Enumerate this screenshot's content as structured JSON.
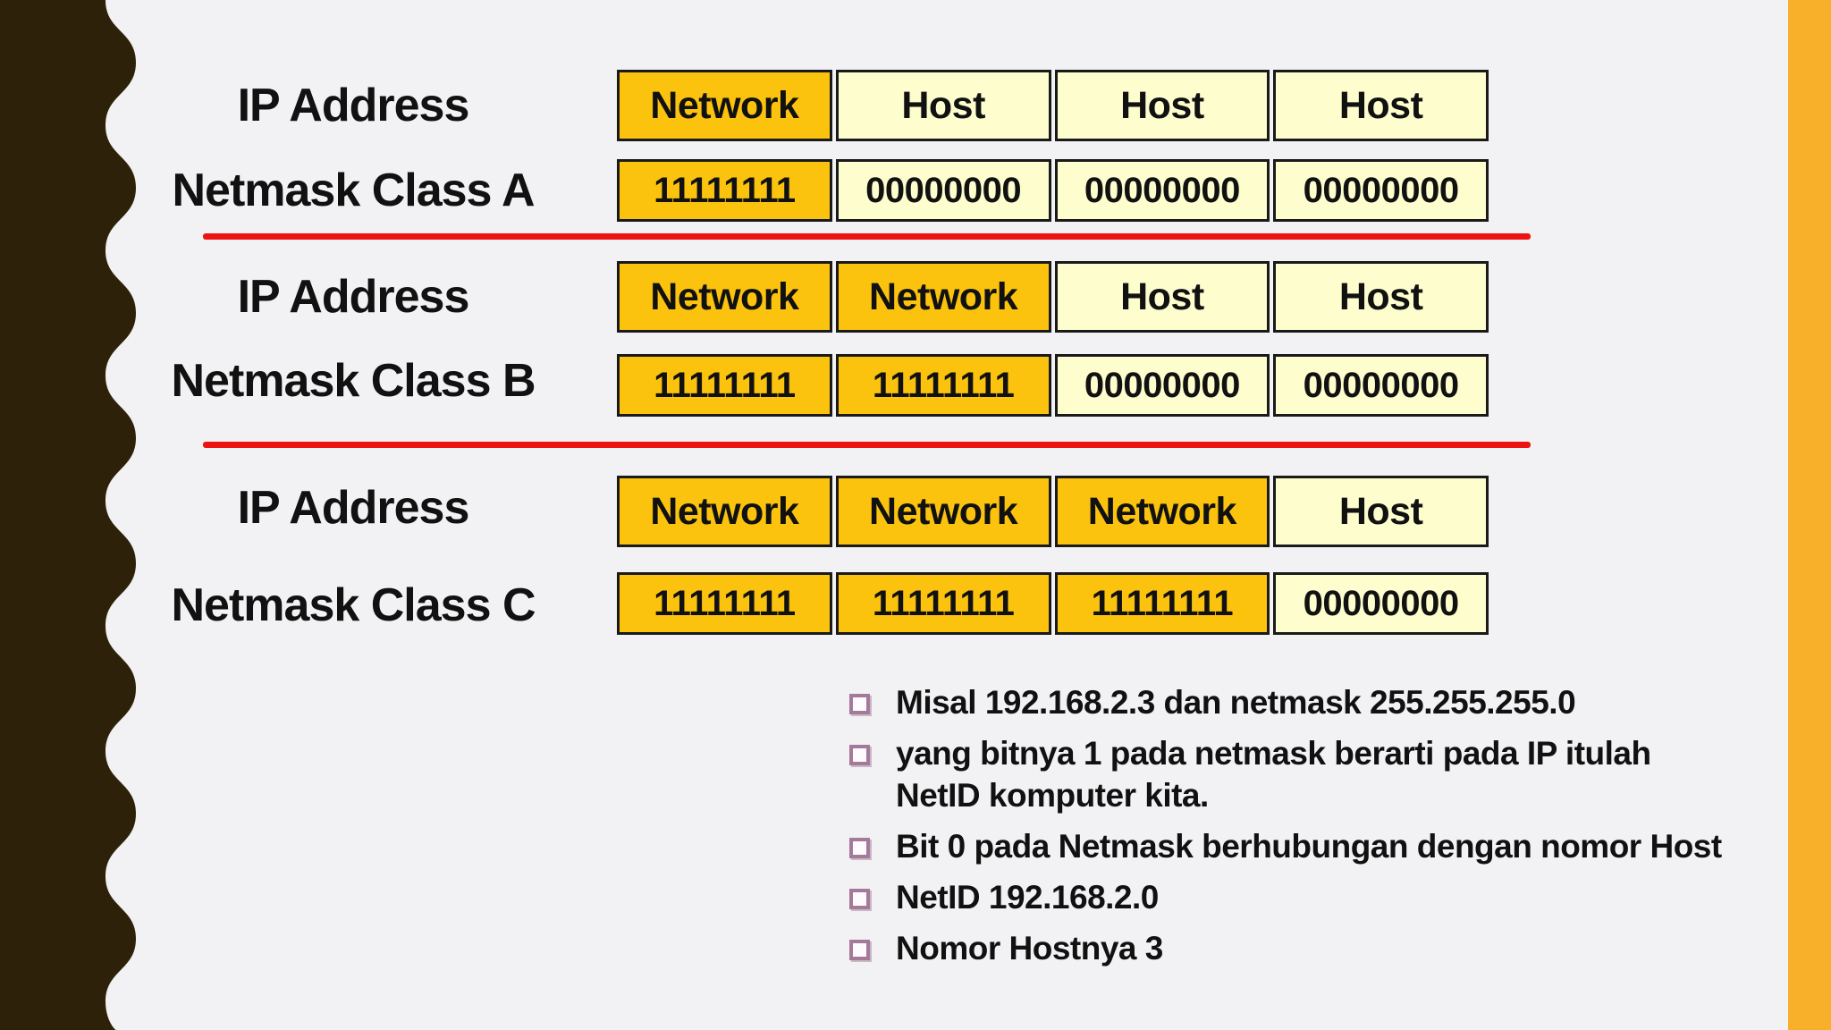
{
  "colors": {
    "background": "#f2f1f3",
    "left_band": "#2d2209",
    "right_bar": "#f8b02a",
    "divider_red": "#ee1313",
    "cell_network_bg": "#fbc30e",
    "cell_host_bg": "#fdfdcd",
    "cell_border": "#1a1a1a",
    "text": "#111111",
    "bullet_marker": "#a5799a"
  },
  "sections": [
    {
      "id": "class-a",
      "ip_label": "IP Address",
      "netmask_label": "Netmask Class A",
      "header_cells": [
        {
          "text": "Network",
          "role": "network"
        },
        {
          "text": "Host",
          "role": "host"
        },
        {
          "text": "Host",
          "role": "host"
        },
        {
          "text": "Host",
          "role": "host"
        }
      ],
      "mask_cells": [
        {
          "text": "11111111",
          "role": "network"
        },
        {
          "text": "00000000",
          "role": "host"
        },
        {
          "text": "00000000",
          "role": "host"
        },
        {
          "text": "00000000",
          "role": "host"
        }
      ]
    },
    {
      "id": "class-b",
      "ip_label": "IP Address",
      "netmask_label": "Netmask Class B",
      "header_cells": [
        {
          "text": "Network",
          "role": "network"
        },
        {
          "text": "Network",
          "role": "network"
        },
        {
          "text": "Host",
          "role": "host"
        },
        {
          "text": "Host",
          "role": "host"
        }
      ],
      "mask_cells": [
        {
          "text": "11111111",
          "role": "network"
        },
        {
          "text": "11111111",
          "role": "network"
        },
        {
          "text": "00000000",
          "role": "host"
        },
        {
          "text": "00000000",
          "role": "host"
        }
      ]
    },
    {
      "id": "class-c",
      "ip_label": "IP Address",
      "netmask_label": "Netmask Class C",
      "header_cells": [
        {
          "text": "Network",
          "role": "network"
        },
        {
          "text": "Network",
          "role": "network"
        },
        {
          "text": "Network",
          "role": "network"
        },
        {
          "text": "Host",
          "role": "host"
        }
      ],
      "mask_cells": [
        {
          "text": "11111111",
          "role": "network"
        },
        {
          "text": "11111111",
          "role": "network"
        },
        {
          "text": "11111111",
          "role": "network"
        },
        {
          "text": "00000000",
          "role": "host"
        }
      ]
    }
  ],
  "bullets": {
    "items": [
      {
        "text": "Misal 192.168.2.3 dan netmask 255.255.255.0"
      },
      {
        "text": "yang bitnya 1 pada netmask berarti pada IP itulah\nNetID komputer kita."
      },
      {
        "text": "Bit 0 pada Netmask berhubungan dengan nomor Host"
      },
      {
        "text": "NetID 192.168.2.0"
      },
      {
        "text": "Nomor Hostnya 3"
      }
    ]
  }
}
